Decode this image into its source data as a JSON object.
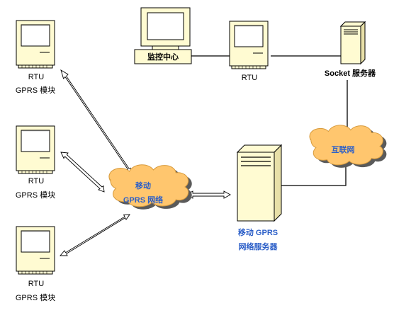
{
  "nodes": {
    "rtu_a": {
      "name": "RTU",
      "module": "GPRS 模块"
    },
    "rtu_b": {
      "name": "RTU",
      "module": "GPRS 模块"
    },
    "rtu_c": {
      "name": "RTU",
      "module": "GPRS 模块"
    },
    "rtu_top": {
      "name": "RTU"
    },
    "monitor_center": {
      "name": "监控中心"
    },
    "socket_server": {
      "name": "Socket 服务器"
    },
    "mobile_cloud": {
      "line1": "移动",
      "line2": "GPRS 网络"
    },
    "internet_cloud": {
      "name": "互联网"
    },
    "gprs_server": {
      "line1": "移动 GPRS",
      "line2": "网络服务器"
    }
  },
  "colors": {
    "device_fill": "#fffbd2",
    "cloud_fill": "#ffc66e",
    "label_blue": "#2c5fc8"
  }
}
